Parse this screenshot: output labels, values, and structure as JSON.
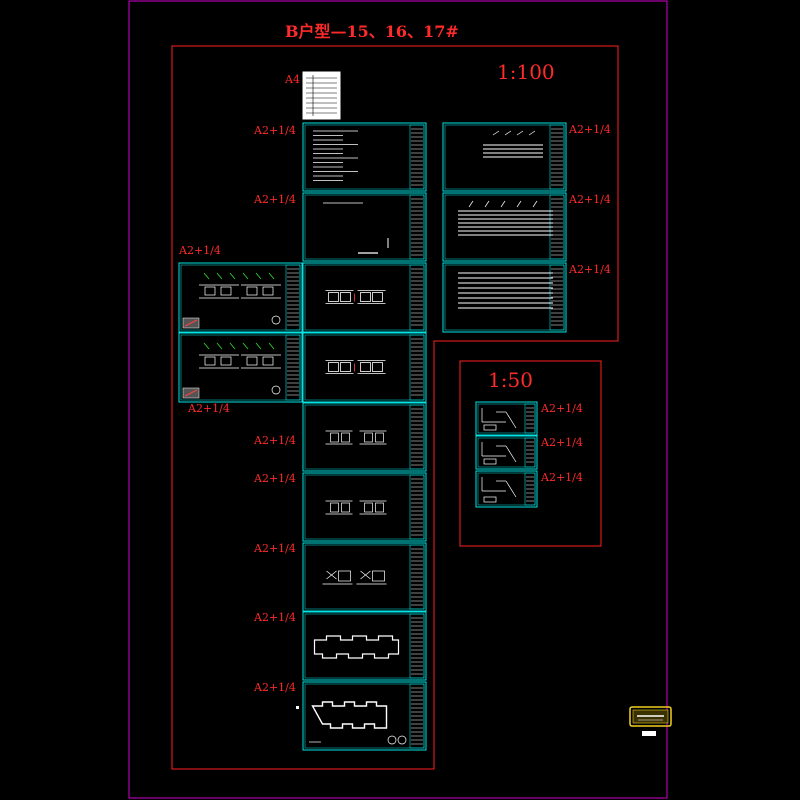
{
  "drawing": {
    "title": "B户型—15、16、17#",
    "scale_main": "1:100",
    "scale_detail": "1:50",
    "sheet_size_a4": "A4",
    "sheet_size_a2": "A2+1/4"
  },
  "colors": {
    "background": "#000000",
    "outer_frame": "#d000d0",
    "zone_outline": "#ff2020",
    "label_text": "#ff2a2a",
    "sheet_border": "#00e5e5",
    "linework": "#ffffff",
    "accent_yellow": "#f0d020",
    "accent_green": "#30e030"
  }
}
